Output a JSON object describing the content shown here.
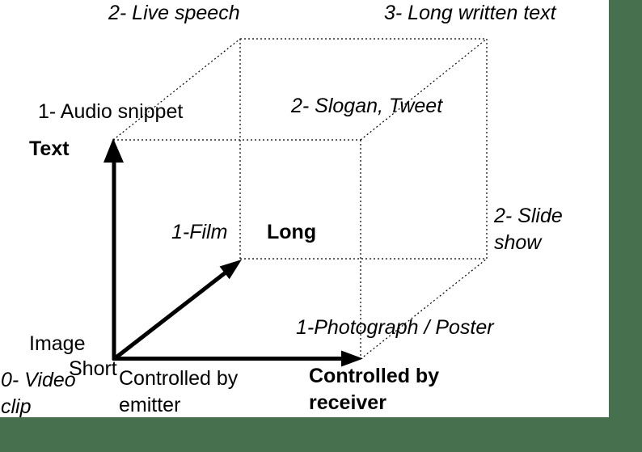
{
  "colors": {
    "background": "#ffffff",
    "border_accent": "#47704f",
    "ink": "#000000"
  },
  "diagram": {
    "type": "3d-cube-media-typology",
    "axes": {
      "vertical": {
        "far_label": "Text",
        "near_label": "Image"
      },
      "depth": {
        "far_label": "Long",
        "near_label": "Short"
      },
      "horizontal": {
        "far_label": "Controlled by\nreceiver",
        "near_label": "Controlled by\nemitter"
      }
    },
    "corners": {
      "origin": "0- Video\nclip",
      "text": "1- Audio snippet",
      "long": "1-Film",
      "receiver": "1-Photograph / Poster",
      "text_long": "2- Live speech",
      "text_receiver": "2- Slogan, Tweet",
      "long_receiver": "2- Slide\nshow",
      "text_long_receiver": "3- Long written text"
    }
  }
}
